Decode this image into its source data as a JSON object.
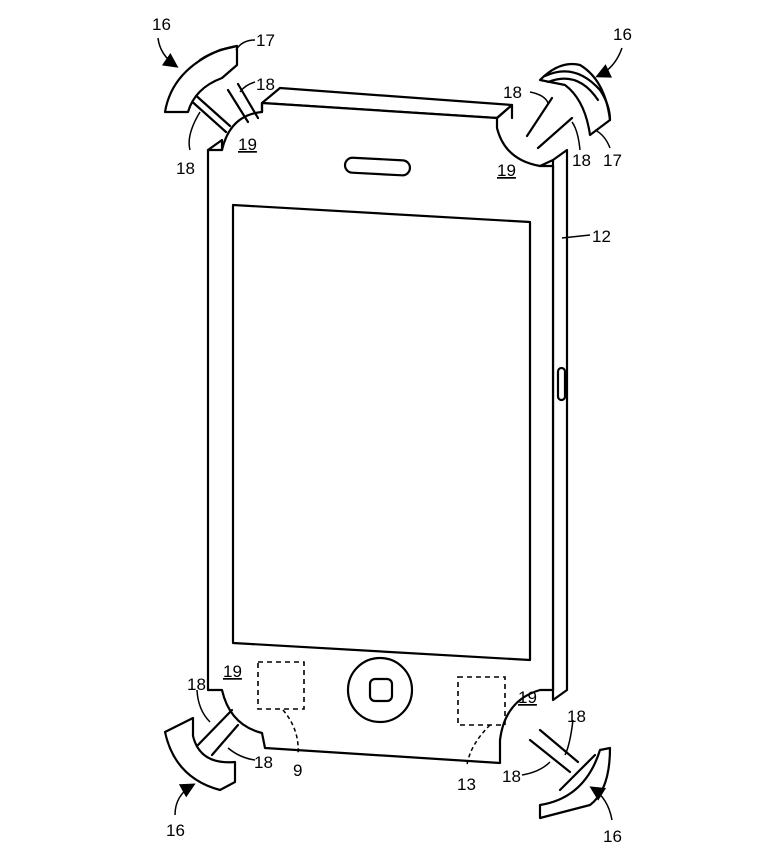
{
  "figure": {
    "labels": {
      "bumper": "16",
      "bumper_face": "17",
      "pin": "18",
      "corner": "19",
      "case": "12",
      "component_left": "9",
      "component_right": "13"
    },
    "colors": {
      "ink": "#000000",
      "paper": "#ffffff"
    }
  }
}
